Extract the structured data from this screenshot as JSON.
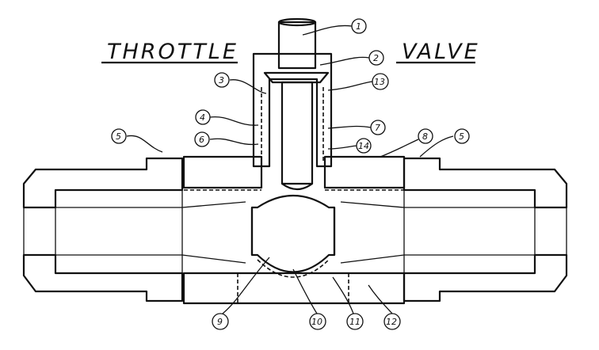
{
  "title": {
    "word1": "THROTTLE",
    "word2": "VALVE"
  },
  "callouts": [
    "1",
    "2",
    "3",
    "4",
    "5",
    "6",
    "7",
    "8",
    "5",
    "13",
    "14",
    "9",
    "10",
    "11",
    "12"
  ]
}
